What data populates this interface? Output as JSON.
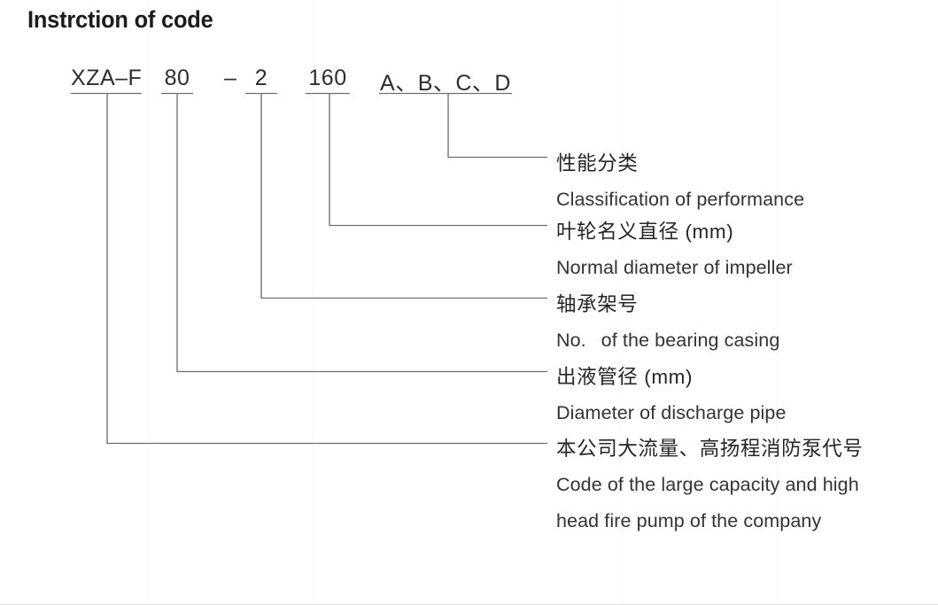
{
  "title": "Instrction of code",
  "code": {
    "separator": "–",
    "segments": [
      {
        "id": "series",
        "text": "XZA–F",
        "underline": true
      },
      {
        "id": "discharge",
        "text": "80",
        "underline": true
      },
      {
        "id": "bearing",
        "text": "2",
        "underline": true,
        "prefix": "–"
      },
      {
        "id": "impeller",
        "text": "160",
        "underline": true
      },
      {
        "id": "perfclass",
        "text": "A、B、C、D",
        "underline": true
      }
    ]
  },
  "annotations": [
    {
      "id": "performance-classification",
      "source": "perfclass",
      "cn": "性能分类",
      "en": [
        "Classification of performance"
      ]
    },
    {
      "id": "impeller-diameter",
      "source": "impeller",
      "cn": "叶轮名义直径 (mm)",
      "en": [
        "Normal diameter of impeller"
      ]
    },
    {
      "id": "bearing-casing-no",
      "source": "bearing",
      "cn": "轴承架号",
      "en": [
        "No.  of the bearing casing"
      ]
    },
    {
      "id": "discharge-pipe-diameter",
      "source": "discharge",
      "cn": "出液管径 (mm)",
      "en": [
        "Diameter of discharge pipe"
      ]
    },
    {
      "id": "company-pump-code",
      "source": "series",
      "cn": "本公司大流量、高扬程消防泵代号",
      "en": [
        "Code of the large capacity and high",
        "head fire pump of the company"
      ]
    }
  ],
  "colors": {
    "background": "#ffffff",
    "text": "#2b2b2b",
    "title": "#1b1b1b",
    "leader_line": "#6f6f6f"
  }
}
